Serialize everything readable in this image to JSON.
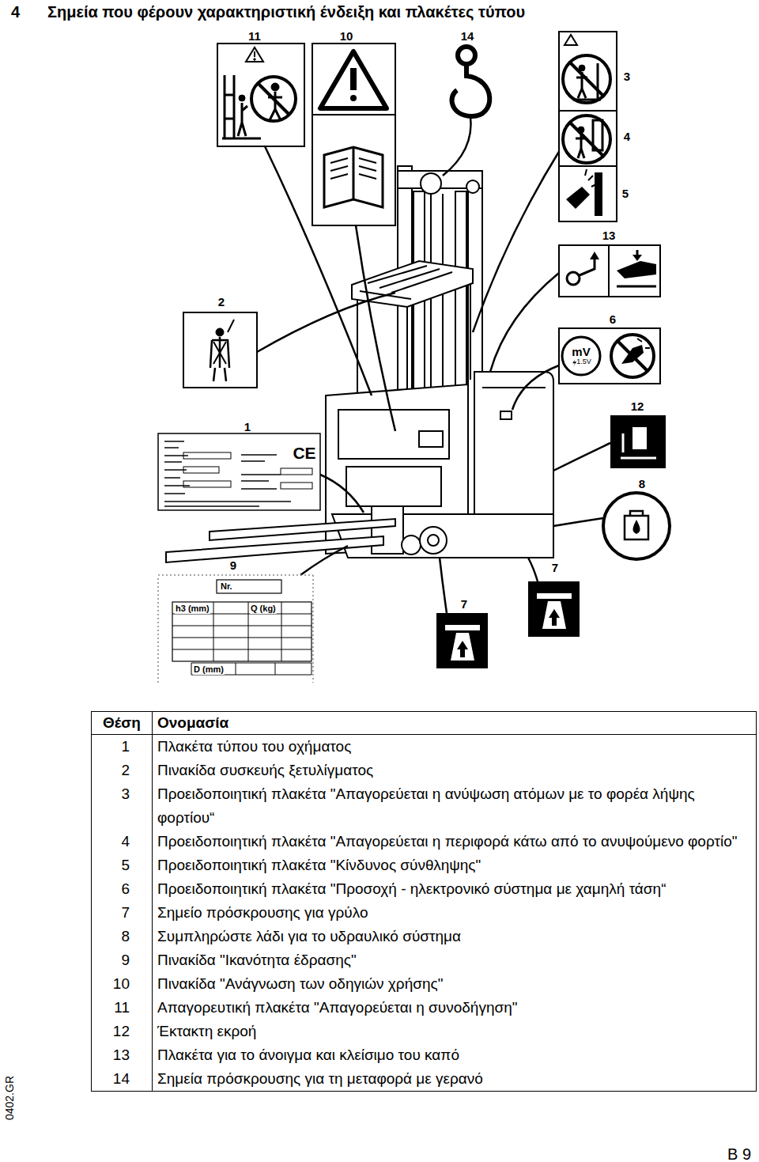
{
  "diagram": {
    "title": "Σημεία που φέρουν χαρακτηριστική ένδειξη και πλακέτες τύπου",
    "nodes": [
      {
        "text": [
          "mV",
          "1.5V"
        ]
      },
      {
        "text": [
          "Nr.",
          "h3 (mm)",
          "Q (kg)",
          "D (mm)"
        ]
      }
    ],
    "labels": [
      "4",
      "11",
      "10",
      "14",
      "3",
      "4",
      "5",
      "13",
      "2",
      "6",
      "12",
      "1",
      "8",
      "9",
      "7",
      "7",
      "CE",
      "Θέση",
      "Ονομασία",
      "1",
      "Πλακέτα τύπου του οχήματος",
      "2",
      "Πινακίδα συσκευής ξετυλίγματος",
      "3",
      "Προειδοποιητική πλακέτα \"Απαγορεύεται η ανύψωση ατόμων με το φορέα λήψης φορτίου“",
      "4",
      "Προειδοποιητική πλακέτα \"Απαγορεύεται η περιφορά κάτω από το ανυψούμενο φορτίο\"",
      "5",
      "Προειδοποιητική πλακέτα \"Κίνδυνος σύνθληψης\"",
      "6",
      "Προειδοποιητική πλακέτα \"Προσοχή - ηλεκτρονικό σύστημα με χαμηλή τάση“",
      "7",
      "Σημείο πρόσκρουσης για γρύλο",
      "8",
      "Συμπληρώστε λάδι για το υδραυλικό σύστημα",
      "9",
      "Πινακίδα \"Ικανότητα έδρασης\"",
      "10",
      "Πινακίδα \"Ανάγνωση των οδηγιών χρήσης\"",
      "11",
      "Απαγορευτική πλακέτα \"Απαγορεύεται η συνοδήγηση\"",
      "12",
      "Έκτακτη εκροή",
      "13",
      "Πλακέτα για το άνοιγμα και κλείσιμο του καπό",
      "14",
      "Σημεία πρόσκρουσης για τη μεταφορά με γερανό",
      "0402.GR",
      "B 9"
    ]
  }
}
